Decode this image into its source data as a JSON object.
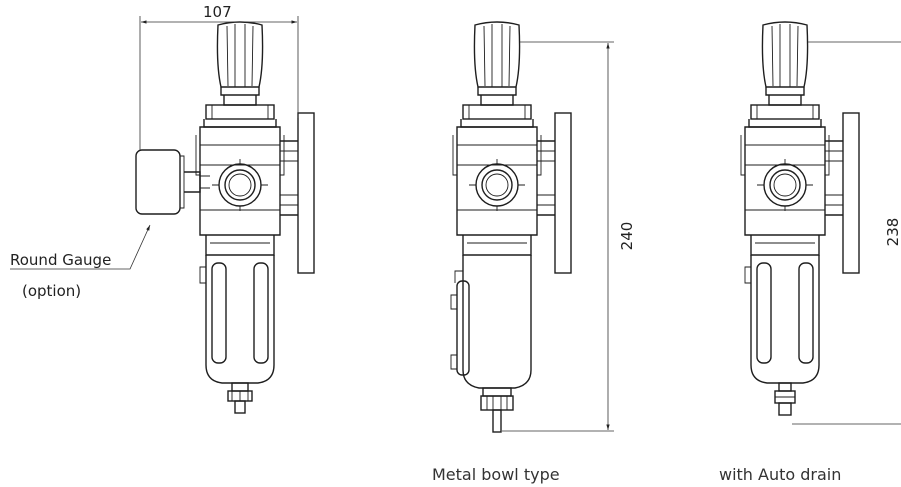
{
  "dimensions": {
    "width_label": "107",
    "height_metal_bowl": "240",
    "height_auto_drain": "238"
  },
  "labels": {
    "gauge_line1": "Round Gauge",
    "gauge_line2": "(option)"
  },
  "captions": {
    "metal_bowl": "Metal bowl type",
    "auto_drain": "with Auto drain"
  }
}
